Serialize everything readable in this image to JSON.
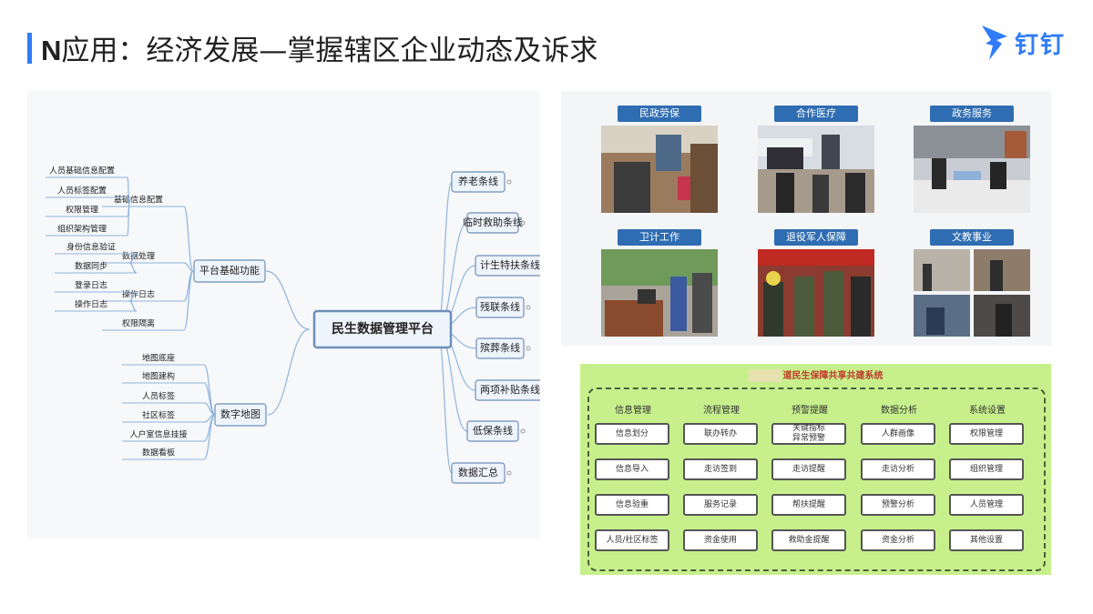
{
  "title": {
    "prefix": "N",
    "text": "应用：经济发展—掌握辖区企业动态及诉求"
  },
  "logo": {
    "icon": "dingtalk-icon",
    "text": "钉钉"
  },
  "mindmap": {
    "center": "民生数据管理平台",
    "left_branches": [
      {
        "label": "平台基础功能",
        "children": [
          {
            "label": "基础信息配置",
            "children": [
              "人员基础信息配置",
              "人员标签配置",
              "权限管理",
              "组织架构管理"
            ]
          },
          {
            "label": "数据处理",
            "children": [
              "身份信息验证",
              "数据同步"
            ]
          },
          {
            "label": "操作日志",
            "children": [
              "登录日志",
              "操作日志"
            ]
          },
          {
            "label": "权限隔离",
            "children": []
          }
        ]
      },
      {
        "label": "数字地图",
        "children": [
          "地图底座",
          "地图建构",
          "人员标签",
          "社区标签",
          "人户室信息挂接",
          "数据看板"
        ]
      }
    ],
    "right_branches": [
      "养老条线",
      "临时救助条线",
      "计生特扶条线",
      "残联条线",
      "殡葬条线",
      "两项补贴条线",
      "低保条线",
      "数据汇总"
    ]
  },
  "photos": [
    {
      "label": "民政劳保"
    },
    {
      "label": "合作医疗"
    },
    {
      "label": "政务服务"
    },
    {
      "label": "卫计工作"
    },
    {
      "label": "退役军人保障"
    },
    {
      "label": "文教事业"
    }
  ],
  "system": {
    "title": "道民生保障共享共建系统",
    "columns": [
      {
        "head": "信息管理",
        "items": [
          "信息划分",
          "信息导入",
          "信息验重",
          "人员/社区标签"
        ]
      },
      {
        "head": "流程管理",
        "items": [
          "联办转办",
          "走访签到",
          "服务记录",
          "资金使用"
        ]
      },
      {
        "head": "预警提醒",
        "items": [
          "关键指标\n异常预警",
          "走访提醒",
          "帮扶提醒",
          "救助金提醒"
        ]
      },
      {
        "head": "数据分析",
        "items": [
          "人群画像",
          "走访分析",
          "预警分析",
          "资金分析"
        ]
      },
      {
        "head": "系统设置",
        "items": [
          "权限管理",
          "组织管理",
          "人员管理",
          "其他设置"
        ]
      }
    ]
  },
  "colors": {
    "accent": "#2f7cf6",
    "mindmap_line": "#8fb4dc",
    "node_border": "#6c8fb8",
    "system_bg": "#c7f08c"
  }
}
